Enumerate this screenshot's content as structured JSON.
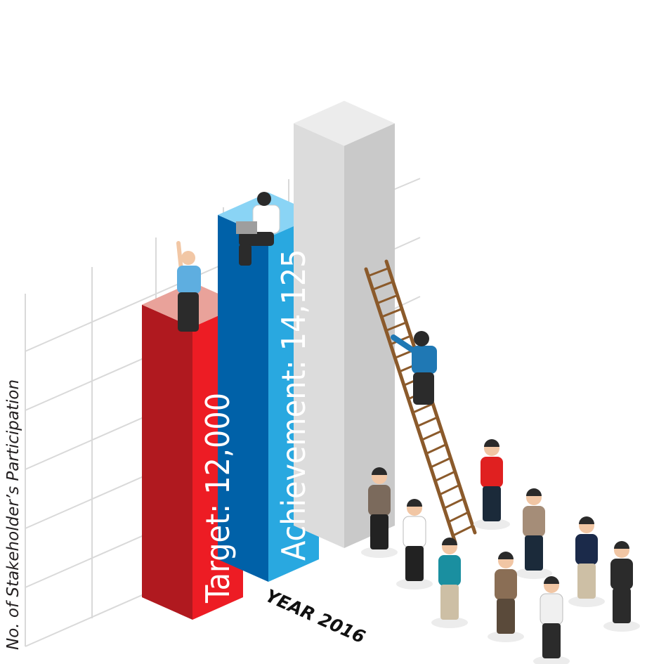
{
  "chart_data": {
    "type": "bar",
    "title": "",
    "xlabel": "YEAR 2016",
    "ylabel": "No. of Stakeholder’s Participation",
    "categories": [
      "Target",
      "Achievement",
      ""
    ],
    "labels": [
      "Target: 12,000",
      "Achievement: 14,125",
      ""
    ],
    "values": [
      12000,
      14125,
      16500
    ],
    "grid": true,
    "legend": "none",
    "colors": {
      "target_front": "#ed1c24",
      "target_side": "#b0191f",
      "target_top": "#e9a29a",
      "achievement_front": "#29a8e0",
      "achievement_side": "#0061a8",
      "achievement_top": "#8ad4f5",
      "future_front": "#dcdcdc",
      "future_side": "#c9c9c9",
      "future_top": "#ececec"
    }
  },
  "illustration": {
    "icons": [
      "climbing-person-icon",
      "ladder-icon",
      "waving-person-icon",
      "laptop-person-icon",
      "crowd-icon"
    ]
  }
}
